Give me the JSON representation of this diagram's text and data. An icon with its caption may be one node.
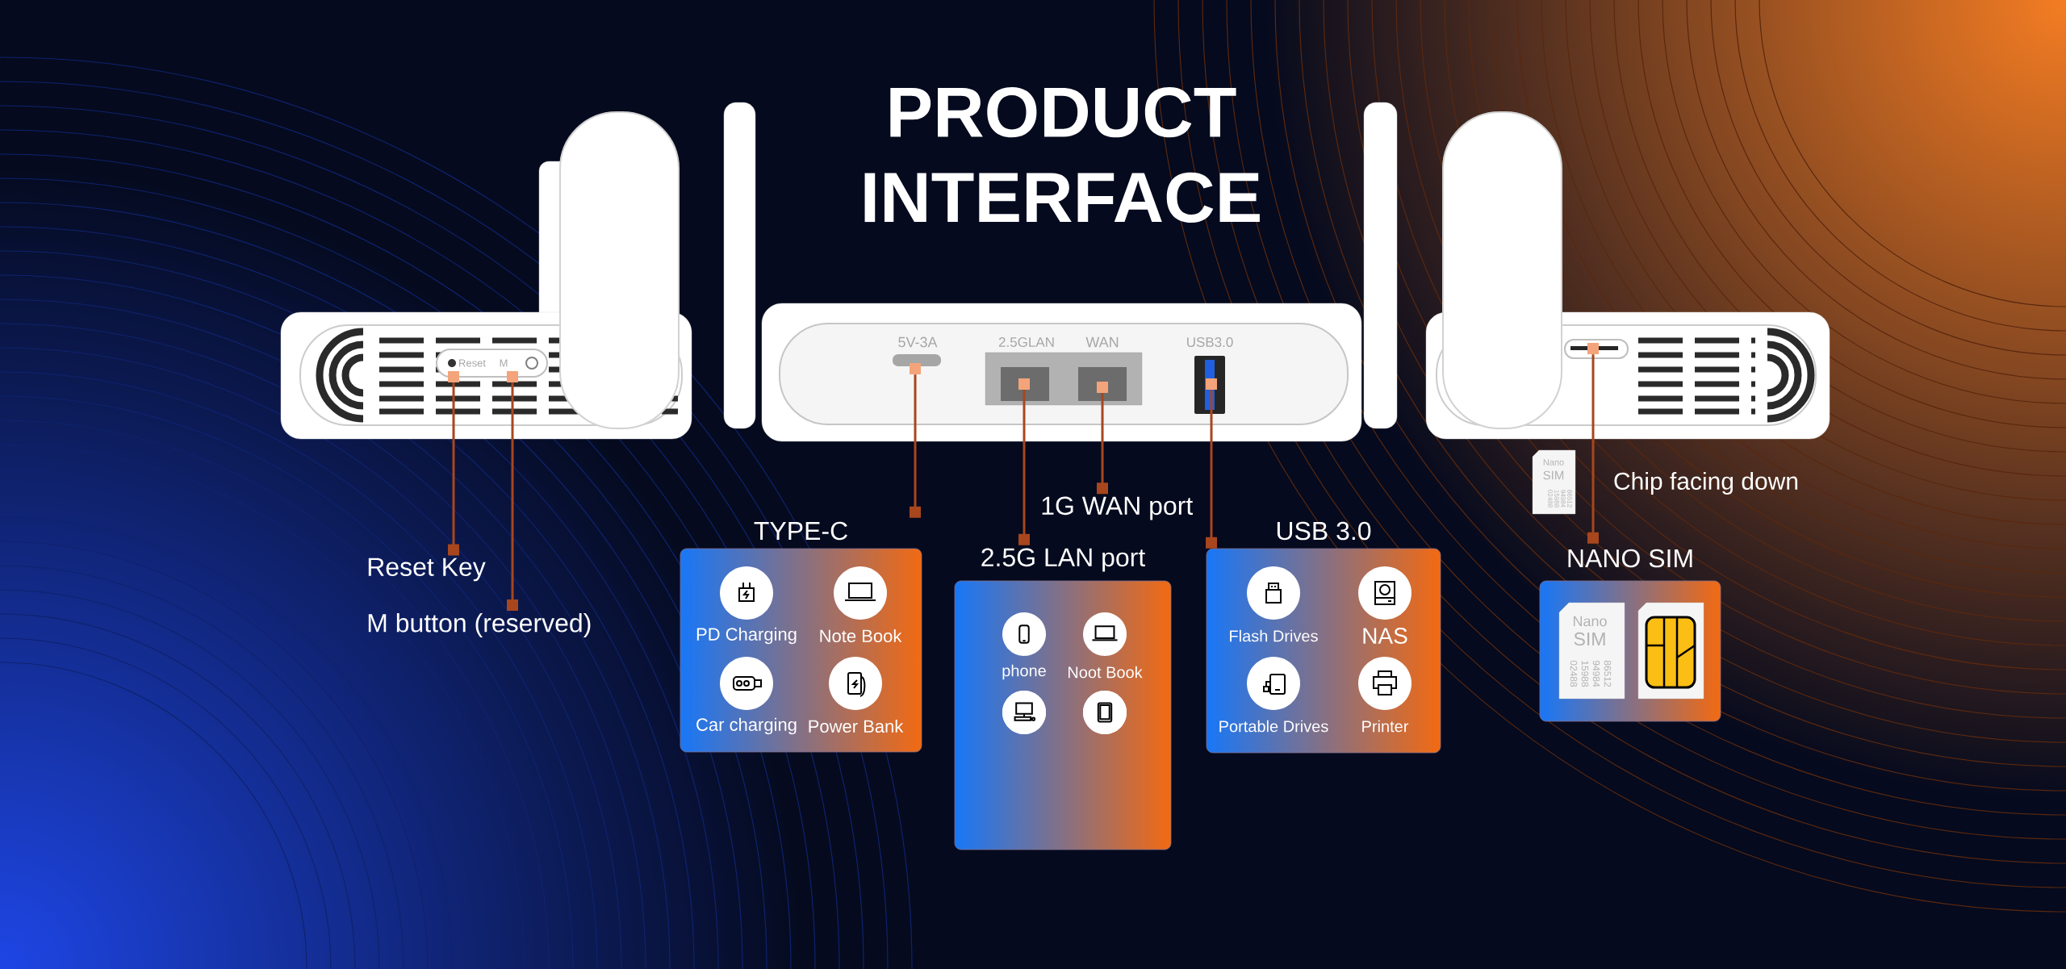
{
  "diagram": {
    "title": "PRODUCT INTERFACE",
    "nodes": [
      {
        "text": [],
        "shape": "box"
      },
      {
        "text": [],
        "shape": "box"
      },
      {
        "text": [],
        "shape": "box"
      },
      {
        "text": [],
        "shape": "box"
      },
      {
        "text": [],
        "shape": "box"
      },
      {
        "text": [],
        "shape": "box"
      },
      {
        "text": [],
        "shape": "box"
      },
      {
        "text": [
          "Reset Key"
        ]
      },
      {
        "text": [
          "M button (reserved)"
        ]
      },
      {
        "text": [
          "TYPE-C"
        ]
      },
      {
        "text": [
          "PD Charging"
        ],
        "in": 9
      },
      {
        "text": [
          "Note Book"
        ],
        "in": 9
      },
      {
        "text": [
          "Car charging"
        ],
        "in": 9
      },
      {
        "text": [
          "Power Bank"
        ],
        "in": 9
      },
      {
        "text": [
          "1G WAN port"
        ]
      },
      {
        "text": [
          "2.5G LAN port"
        ]
      },
      {
        "text": [
          "phone"
        ],
        "in": 15
      },
      {
        "text": [
          "Noot Book"
        ],
        "in": 15
      },
      {
        "text": [],
        "shape": "circle",
        "in": 15
      },
      {
        "text": [],
        "shape": "circle",
        "in": 15
      },
      {
        "text": [
          "USB 3.0"
        ]
      },
      {
        "text": [
          "Flash Drives"
        ],
        "in": 20
      },
      {
        "text": [
          "NAS"
        ],
        "in": 20
      },
      {
        "text": [
          "Portable Drives"
        ],
        "in": 20
      },
      {
        "text": [
          "Printer"
        ],
        "in": 20
      },
      {
        "text": [
          "NANO SIM"
        ]
      }
    ],
    "edges": [
      {
        "from": 7,
        "to": 0,
        "arrow": "other"
      },
      {
        "from": 8,
        "to": 1,
        "arrow": "other"
      },
      {
        "from": 9,
        "to": 2,
        "arrow": "other"
      },
      {
        "from": 15,
        "to": 3,
        "arrow": "other"
      },
      {
        "from": 14,
        "to": 4,
        "arrow": "other"
      },
      {
        "from": 20,
        "to": 5,
        "arrow": "other"
      },
      {
        "from": 25,
        "to": 6,
        "arrow": "other"
      }
    ],
    "labels": [
      "Reset",
      "M",
      "5V-3A",
      "2.5GLAN",
      "WAN",
      "USB3.0",
      "Nano",
      "SIM",
      "86512",
      "94984",
      "15988",
      "02488",
      "Chip facing down",
      "Nano",
      "SIM",
      "86512",
      "94984",
      "15988",
      "02488"
    ]
  }
}
